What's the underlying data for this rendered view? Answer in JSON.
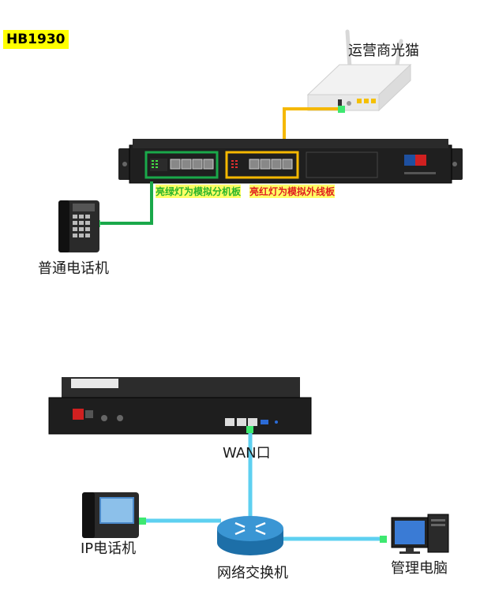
{
  "title": "HB1930",
  "labels": {
    "onu": "运营商光猫",
    "phone": "普通电话机",
    "green_board": "亮绿灯为模拟分机板",
    "red_board": "亮红灯为模拟外线板",
    "wan": "WAN口",
    "ip_phone": "IP电话机",
    "switch": "网络交换机",
    "pc": "管理电脑"
  },
  "colors": {
    "green_line": "#1aa84a",
    "yellow_line": "#f5b800",
    "cyan_line": "#5ed0f0",
    "connector": "#3ee870"
  }
}
